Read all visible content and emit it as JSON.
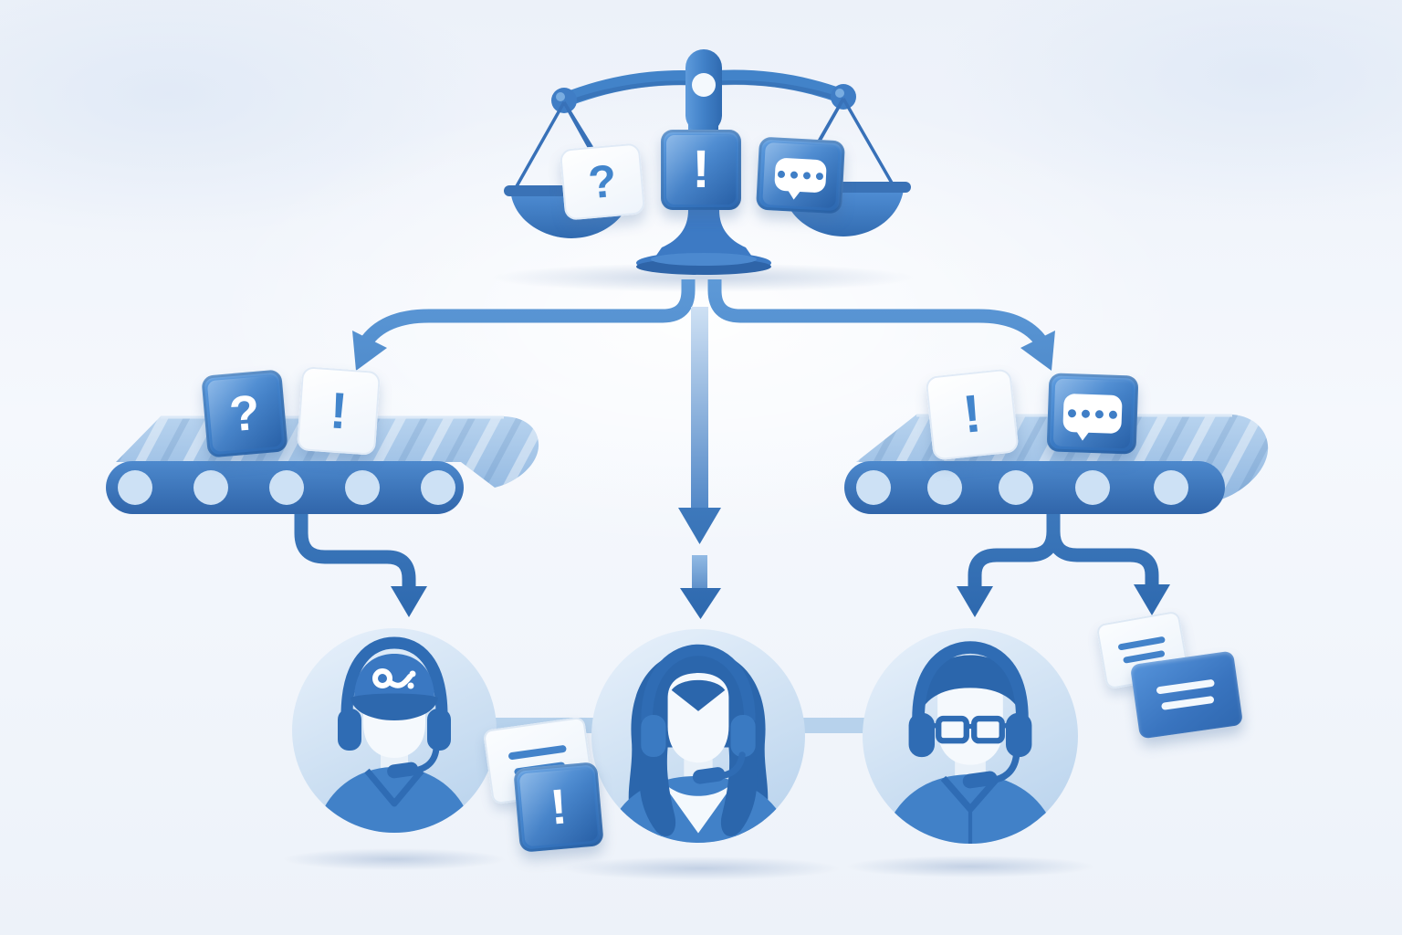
{
  "scene": {
    "description": "Balance scale weighing customer messages and routing them along conveyor belts to three headset-wearing support agents"
  },
  "colors": {
    "primary_blue": "#3f7ec6",
    "dark_blue": "#2d68ae",
    "belt_light_blue": "#a9c9e8",
    "roller_pale_blue": "#cde1f5",
    "tile_white": "#f8fbfe",
    "background_tint": "#edf2f9"
  },
  "glyphs": {
    "question": "?",
    "exclamation": "!"
  },
  "scale": {
    "left_pan_tile": {
      "style": "white",
      "glyph": "?"
    },
    "beam_tile": {
      "style": "blue",
      "glyph": "!"
    },
    "right_pan_tile": {
      "style": "blue",
      "icon": "chat-bubble"
    }
  },
  "left_conveyor": {
    "tiles": [
      {
        "style": "blue",
        "glyph": "?"
      },
      {
        "style": "white",
        "glyph": "!"
      }
    ]
  },
  "right_conveyor": {
    "tiles": [
      {
        "style": "white",
        "glyph": "!"
      },
      {
        "style": "blue",
        "icon": "chat-bubble"
      }
    ]
  },
  "agents": [
    {
      "id": "agent-with-cap",
      "headwear": "cap",
      "gear": "headset"
    },
    {
      "id": "agent-long-hair",
      "headwear": "none",
      "gear": "headset"
    },
    {
      "id": "agent-with-glasses",
      "headwear": "glasses",
      "gear": "headset"
    }
  ],
  "floating_notes": {
    "left_group": {
      "card_lines": 2,
      "tile_glyph": "!"
    },
    "right_group": {
      "white_card_lines": 2,
      "blue_card_lines": 2
    }
  }
}
